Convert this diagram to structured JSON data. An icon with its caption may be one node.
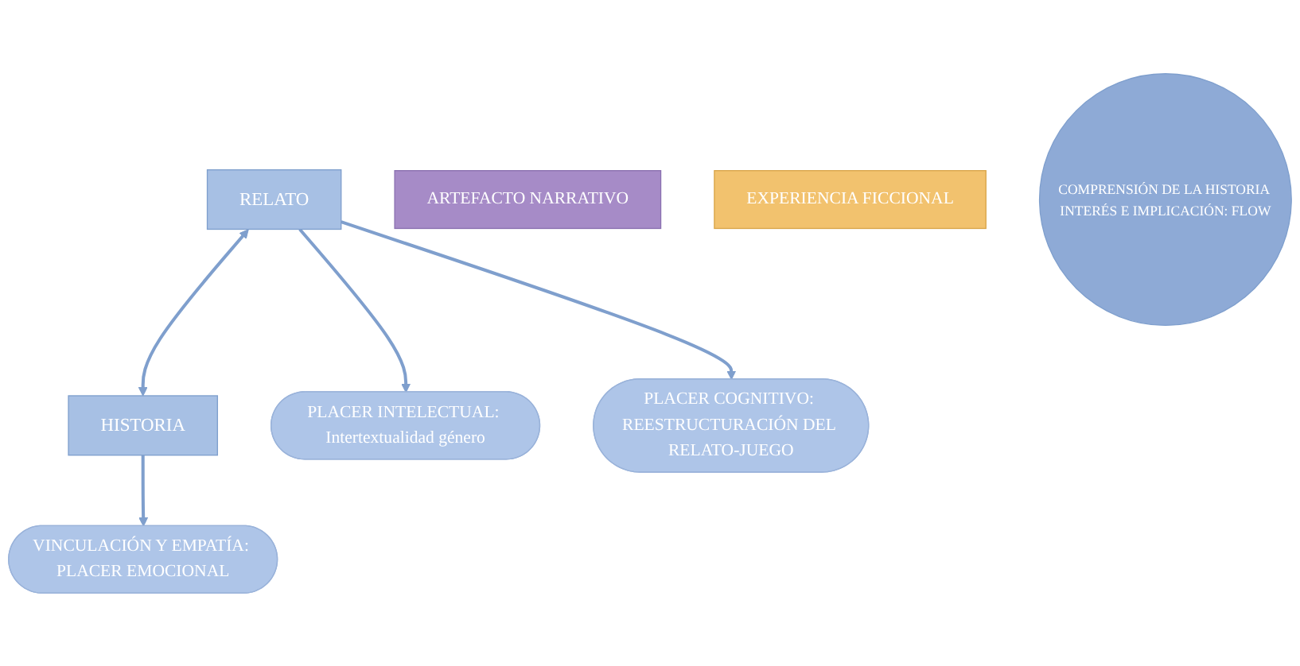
{
  "diagram": {
    "nodes": [
      {
        "text": [
          "RELATO"
        ]
      },
      {
        "text": [
          "HISTORIA"
        ]
      },
      {
        "text": [
          "PLACER INTELECTUAL: Intertextualidad género"
        ]
      },
      {
        "text": [
          "PLACER COGNITIVO: REESTRUCTURACIÓN DEL RELATO-JUEGO"
        ]
      },
      {
        "text": [
          "COMPRENSIÓN DE LA HISTORIA INTERÉS E IMPLICACIÓN: FLOW"
        ]
      },
      {
        "text": [
          "VINCULACIÓN Y EMPATÍA: PLACER EMOCIONAL"
        ]
      },
      {
        "text": [
          "ARTEFACTO NARRATIVO"
        ]
      },
      {
        "text": [
          "EXPERIENCIA FICCIONAL"
        ]
      }
    ],
    "edges": [
      {
        "from": 0,
        "to": 1,
        "arrow": "both"
      },
      {
        "from": 0,
        "to": 2,
        "arrow": "to"
      },
      {
        "from": 0,
        "to": 3,
        "arrow": "to"
      },
      {
        "from": 1,
        "to": 5,
        "arrow": "to"
      }
    ]
  }
}
